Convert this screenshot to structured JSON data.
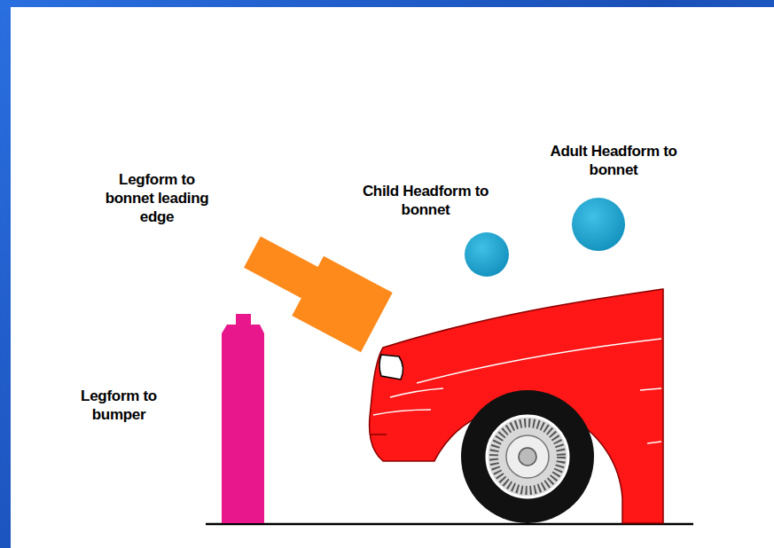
{
  "diagram": {
    "labels": [
      "Adult Headform to bonnet",
      "Legform to bonnet leading edge",
      "Child Headform to bonnet",
      "Legform to bumper"
    ]
  }
}
